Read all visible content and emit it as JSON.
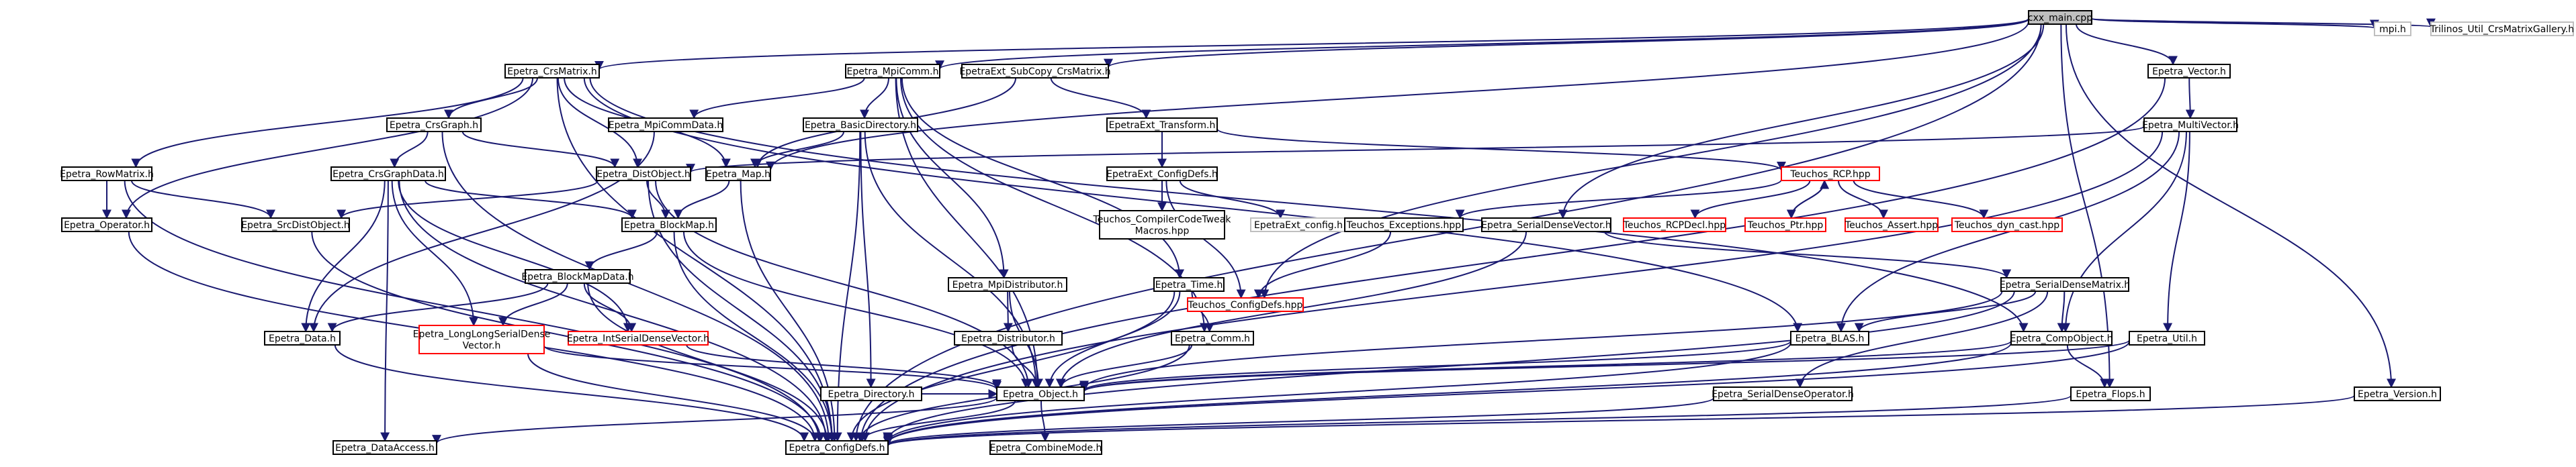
{
  "graph": {
    "nodes": [
      {
        "id": "cxx_main",
        "lines": [
          "cxx_main.cpp"
        ],
        "kind": "root"
      },
      {
        "id": "CrsMatrix",
        "lines": [
          "Epetra_CrsMatrix.h"
        ],
        "kind": "normal"
      },
      {
        "id": "MpiComm",
        "lines": [
          "Epetra_MpiComm.h"
        ],
        "kind": "normal"
      },
      {
        "id": "SubCopy",
        "lines": [
          "EpetraExt_SubCopy_CrsMatrix.h"
        ],
        "kind": "normal"
      },
      {
        "id": "Vector",
        "lines": [
          "Epetra_Vector.h"
        ],
        "kind": "normal"
      },
      {
        "id": "mpi",
        "lines": [
          "mpi.h"
        ],
        "kind": "missing"
      },
      {
        "id": "Gallery",
        "lines": [
          "Trilinos_Util_CrsMatrixGallery.h"
        ],
        "kind": "missing"
      },
      {
        "id": "CrsGraph",
        "lines": [
          "Epetra_CrsGraph.h"
        ],
        "kind": "normal"
      },
      {
        "id": "MpiCommData",
        "lines": [
          "Epetra_MpiCommData.h"
        ],
        "kind": "normal"
      },
      {
        "id": "BasicDirectory",
        "lines": [
          "Epetra_BasicDirectory.h"
        ],
        "kind": "normal"
      },
      {
        "id": "Transform",
        "lines": [
          "EpetraExt_Transform.h"
        ],
        "kind": "normal"
      },
      {
        "id": "MultiVector",
        "lines": [
          "Epetra_MultiVector.h"
        ],
        "kind": "normal"
      },
      {
        "id": "RowMatrix",
        "lines": [
          "Epetra_RowMatrix.h"
        ],
        "kind": "normal"
      },
      {
        "id": "CrsGraphData",
        "lines": [
          "Epetra_CrsGraphData.h"
        ],
        "kind": "normal"
      },
      {
        "id": "DistObject",
        "lines": [
          "Epetra_DistObject.h"
        ],
        "kind": "normal"
      },
      {
        "id": "Map",
        "lines": [
          "Epetra_Map.h"
        ],
        "kind": "normal"
      },
      {
        "id": "ConfigDefsExt",
        "lines": [
          "EpetraExt_ConfigDefs.h"
        ],
        "kind": "normal"
      },
      {
        "id": "RCP",
        "lines": [
          "Teuchos_RCP.hpp"
        ],
        "kind": "external"
      },
      {
        "id": "Operator",
        "lines": [
          "Epetra_Operator.h"
        ],
        "kind": "normal"
      },
      {
        "id": "SrcDistObject",
        "lines": [
          "Epetra_SrcDistObject.h"
        ],
        "kind": "normal"
      },
      {
        "id": "BlockMap",
        "lines": [
          "Epetra_BlockMap.h"
        ],
        "kind": "normal"
      },
      {
        "id": "CompilerCodeTweak",
        "lines": [
          "Teuchos_CompilerCodeTweak",
          "Macros.hpp"
        ],
        "kind": "normal"
      },
      {
        "id": "ExtConfig",
        "lines": [
          "EpetraExt_config.h"
        ],
        "kind": "missing"
      },
      {
        "id": "Exceptions",
        "lines": [
          "Teuchos_Exceptions.hpp"
        ],
        "kind": "normal"
      },
      {
        "id": "SerialDenseVector",
        "lines": [
          "Epetra_SerialDenseVector.h"
        ],
        "kind": "normal"
      },
      {
        "id": "RCPDecl",
        "lines": [
          "Teuchos_RCPDecl.hpp"
        ],
        "kind": "external"
      },
      {
        "id": "Ptr",
        "lines": [
          "Teuchos_Ptr.hpp"
        ],
        "kind": "external"
      },
      {
        "id": "Assert",
        "lines": [
          "Teuchos_Assert.hpp"
        ],
        "kind": "external"
      },
      {
        "id": "DynCast",
        "lines": [
          "Teuchos_dyn_cast.hpp"
        ],
        "kind": "external"
      },
      {
        "id": "BlockMapData",
        "lines": [
          "Epetra_BlockMapData.h"
        ],
        "kind": "normal"
      },
      {
        "id": "MpiDistributor",
        "lines": [
          "Epetra_MpiDistributor.h"
        ],
        "kind": "normal"
      },
      {
        "id": "Time",
        "lines": [
          "Epetra_Time.h"
        ],
        "kind": "normal"
      },
      {
        "id": "TeuchosConfigDefs",
        "lines": [
          "Teuchos_ConfigDefs.hpp"
        ],
        "kind": "external"
      },
      {
        "id": "SerialDenseMatrix",
        "lines": [
          "Epetra_SerialDenseMatrix.h"
        ],
        "kind": "normal"
      },
      {
        "id": "Data",
        "lines": [
          "Epetra_Data.h"
        ],
        "kind": "normal"
      },
      {
        "id": "LongLongSDV",
        "lines": [
          "Epetra_LongLongSerialDense",
          "Vector.h"
        ],
        "kind": "external"
      },
      {
        "id": "IntSDV",
        "lines": [
          "Epetra_IntSerialDenseVector.h"
        ],
        "kind": "external"
      },
      {
        "id": "Distributor",
        "lines": [
          "Epetra_Distributor.h"
        ],
        "kind": "normal"
      },
      {
        "id": "Comm",
        "lines": [
          "Epetra_Comm.h"
        ],
        "kind": "normal"
      },
      {
        "id": "BLAS",
        "lines": [
          "Epetra_BLAS.h"
        ],
        "kind": "normal"
      },
      {
        "id": "CompObject",
        "lines": [
          "Epetra_CompObject.h"
        ],
        "kind": "normal"
      },
      {
        "id": "Util",
        "lines": [
          "Epetra_Util.h"
        ],
        "kind": "normal"
      },
      {
        "id": "Directory",
        "lines": [
          "Epetra_Directory.h"
        ],
        "kind": "normal"
      },
      {
        "id": "Object",
        "lines": [
          "Epetra_Object.h"
        ],
        "kind": "normal"
      },
      {
        "id": "SerialDenseOperator",
        "lines": [
          "Epetra_SerialDenseOperator.h"
        ],
        "kind": "normal"
      },
      {
        "id": "Flops",
        "lines": [
          "Epetra_Flops.h"
        ],
        "kind": "normal"
      },
      {
        "id": "Version",
        "lines": [
          "Epetra_Version.h"
        ],
        "kind": "normal"
      },
      {
        "id": "DataAccess",
        "lines": [
          "Epetra_DataAccess.h"
        ],
        "kind": "normal"
      },
      {
        "id": "ConfigDefs",
        "lines": [
          "Epetra_ConfigDefs.h"
        ],
        "kind": "normal"
      },
      {
        "id": "CombineMode",
        "lines": [
          "Epetra_CombineMode.h"
        ],
        "kind": "normal"
      }
    ],
    "edges": [
      [
        "cxx_main",
        "CrsMatrix"
      ],
      [
        "cxx_main",
        "MpiComm"
      ],
      [
        "cxx_main",
        "SubCopy"
      ],
      [
        "cxx_main",
        "Vector"
      ],
      [
        "cxx_main",
        "mpi"
      ],
      [
        "cxx_main",
        "Gallery"
      ],
      [
        "cxx_main",
        "Map"
      ],
      [
        "cxx_main",
        "ConfigDefs"
      ],
      [
        "cxx_main",
        "SerialDenseVector"
      ],
      [
        "cxx_main",
        "Flops"
      ],
      [
        "cxx_main",
        "Version"
      ],
      [
        "cxx_main",
        "TeuchosConfigDefs"
      ],
      [
        "CrsMatrix",
        "CrsGraph"
      ],
      [
        "CrsMatrix",
        "RowMatrix"
      ],
      [
        "CrsMatrix",
        "Operator"
      ],
      [
        "CrsMatrix",
        "DistObject"
      ],
      [
        "CrsMatrix",
        "Map"
      ],
      [
        "CrsMatrix",
        "ConfigDefs"
      ],
      [
        "CrsMatrix",
        "CompObject"
      ],
      [
        "CrsMatrix",
        "BLAS"
      ],
      [
        "MpiComm",
        "MpiCommData"
      ],
      [
        "MpiComm",
        "BasicDirectory"
      ],
      [
        "MpiComm",
        "MpiDistributor"
      ],
      [
        "MpiComm",
        "Comm"
      ],
      [
        "MpiComm",
        "Object"
      ],
      [
        "MpiComm",
        "Time"
      ],
      [
        "SubCopy",
        "Transform"
      ],
      [
        "SubCopy",
        "Map"
      ],
      [
        "Vector",
        "MultiVector"
      ],
      [
        "Vector",
        "ConfigDefs"
      ],
      [
        "CrsGraph",
        "CrsGraphData"
      ],
      [
        "CrsGraph",
        "DistObject"
      ],
      [
        "CrsGraph",
        "ConfigDefs"
      ],
      [
        "MpiCommData",
        "Data"
      ],
      [
        "BasicDirectory",
        "Map"
      ],
      [
        "BasicDirectory",
        "Directory"
      ],
      [
        "BasicDirectory",
        "Object"
      ],
      [
        "BasicDirectory",
        "ConfigDefs"
      ],
      [
        "Transform",
        "ConfigDefsExt"
      ],
      [
        "Transform",
        "RCP"
      ],
      [
        "MultiVector",
        "DistObject"
      ],
      [
        "MultiVector",
        "CompObject"
      ],
      [
        "MultiVector",
        "BLAS"
      ],
      [
        "MultiVector",
        "Util"
      ],
      [
        "MultiVector",
        "ConfigDefs"
      ],
      [
        "RowMatrix",
        "Operator"
      ],
      [
        "RowMatrix",
        "SrcDistObject"
      ],
      [
        "RowMatrix",
        "ConfigDefs"
      ],
      [
        "CrsGraphData",
        "Data"
      ],
      [
        "CrsGraphData",
        "BlockMap"
      ],
      [
        "CrsGraphData",
        "LongLongSDV"
      ],
      [
        "CrsGraphData",
        "IntSDV"
      ],
      [
        "CrsGraphData",
        "ConfigDefs"
      ],
      [
        "CrsGraphData",
        "DataAccess"
      ],
      [
        "DistObject",
        "SrcDistObject"
      ],
      [
        "DistObject",
        "BlockMap"
      ],
      [
        "DistObject",
        "Object"
      ],
      [
        "DistObject",
        "ConfigDefs"
      ],
      [
        "Map",
        "BlockMap"
      ],
      [
        "Map",
        "ConfigDefs"
      ],
      [
        "ConfigDefsExt",
        "CompilerCodeTweak"
      ],
      [
        "ConfigDefsExt",
        "ExtConfig"
      ],
      [
        "ConfigDefsExt",
        "TeuchosConfigDefs"
      ],
      [
        "RCP",
        "Exceptions"
      ],
      [
        "RCP",
        "RCPDecl"
      ],
      [
        "RCP",
        "Ptr"
      ],
      [
        "RCP",
        "Assert"
      ],
      [
        "RCP",
        "DynCast"
      ],
      [
        "Ptr",
        "RCP"
      ],
      [
        "Operator",
        "ConfigDefs"
      ],
      [
        "SrcDistObject",
        "ConfigDefs"
      ],
      [
        "BlockMap",
        "BlockMapData"
      ],
      [
        "BlockMap",
        "Object"
      ],
      [
        "BlockMap",
        "ConfigDefs"
      ],
      [
        "Exceptions",
        "TeuchosConfigDefs"
      ],
      [
        "SerialDenseVector",
        "SerialDenseMatrix"
      ],
      [
        "SerialDenseVector",
        "Object"
      ],
      [
        "BlockMapData",
        "Data"
      ],
      [
        "BlockMapData",
        "LongLongSDV"
      ],
      [
        "BlockMapData",
        "IntSDV"
      ],
      [
        "BlockMapData",
        "ConfigDefs"
      ],
      [
        "MpiDistributor",
        "Distributor"
      ],
      [
        "MpiDistributor",
        "Object"
      ],
      [
        "Time",
        "Object"
      ],
      [
        "Time",
        "Comm"
      ],
      [
        "Time",
        "ConfigDefs"
      ],
      [
        "SerialDenseMatrix",
        "BLAS"
      ],
      [
        "SerialDenseMatrix",
        "CompObject"
      ],
      [
        "SerialDenseMatrix",
        "SerialDenseOperator"
      ],
      [
        "SerialDenseMatrix",
        "Object"
      ],
      [
        "SerialDenseMatrix",
        "ConfigDefs"
      ],
      [
        "Data",
        "ConfigDefs"
      ],
      [
        "LongLongSDV",
        "Object"
      ],
      [
        "LongLongSDV",
        "ConfigDefs"
      ],
      [
        "IntSDV",
        "Object"
      ],
      [
        "Distributor",
        "Object"
      ],
      [
        "Comm",
        "Object"
      ],
      [
        "Comm",
        "ConfigDefs"
      ],
      [
        "BLAS",
        "Object"
      ],
      [
        "BLAS",
        "ConfigDefs"
      ],
      [
        "CompObject",
        "Object"
      ],
      [
        "CompObject",
        "Flops"
      ],
      [
        "CompObject",
        "ConfigDefs"
      ],
      [
        "Util",
        "Object"
      ],
      [
        "Util",
        "ConfigDefs"
      ],
      [
        "Directory",
        "Object"
      ],
      [
        "Object",
        "ConfigDefs"
      ],
      [
        "Object",
        "CombineMode"
      ],
      [
        "Object",
        "DataAccess"
      ],
      [
        "SerialDenseOperator",
        "ConfigDefs"
      ],
      [
        "Flops",
        "ConfigDefs"
      ],
      [
        "Version",
        "ConfigDefs"
      ]
    ]
  }
}
